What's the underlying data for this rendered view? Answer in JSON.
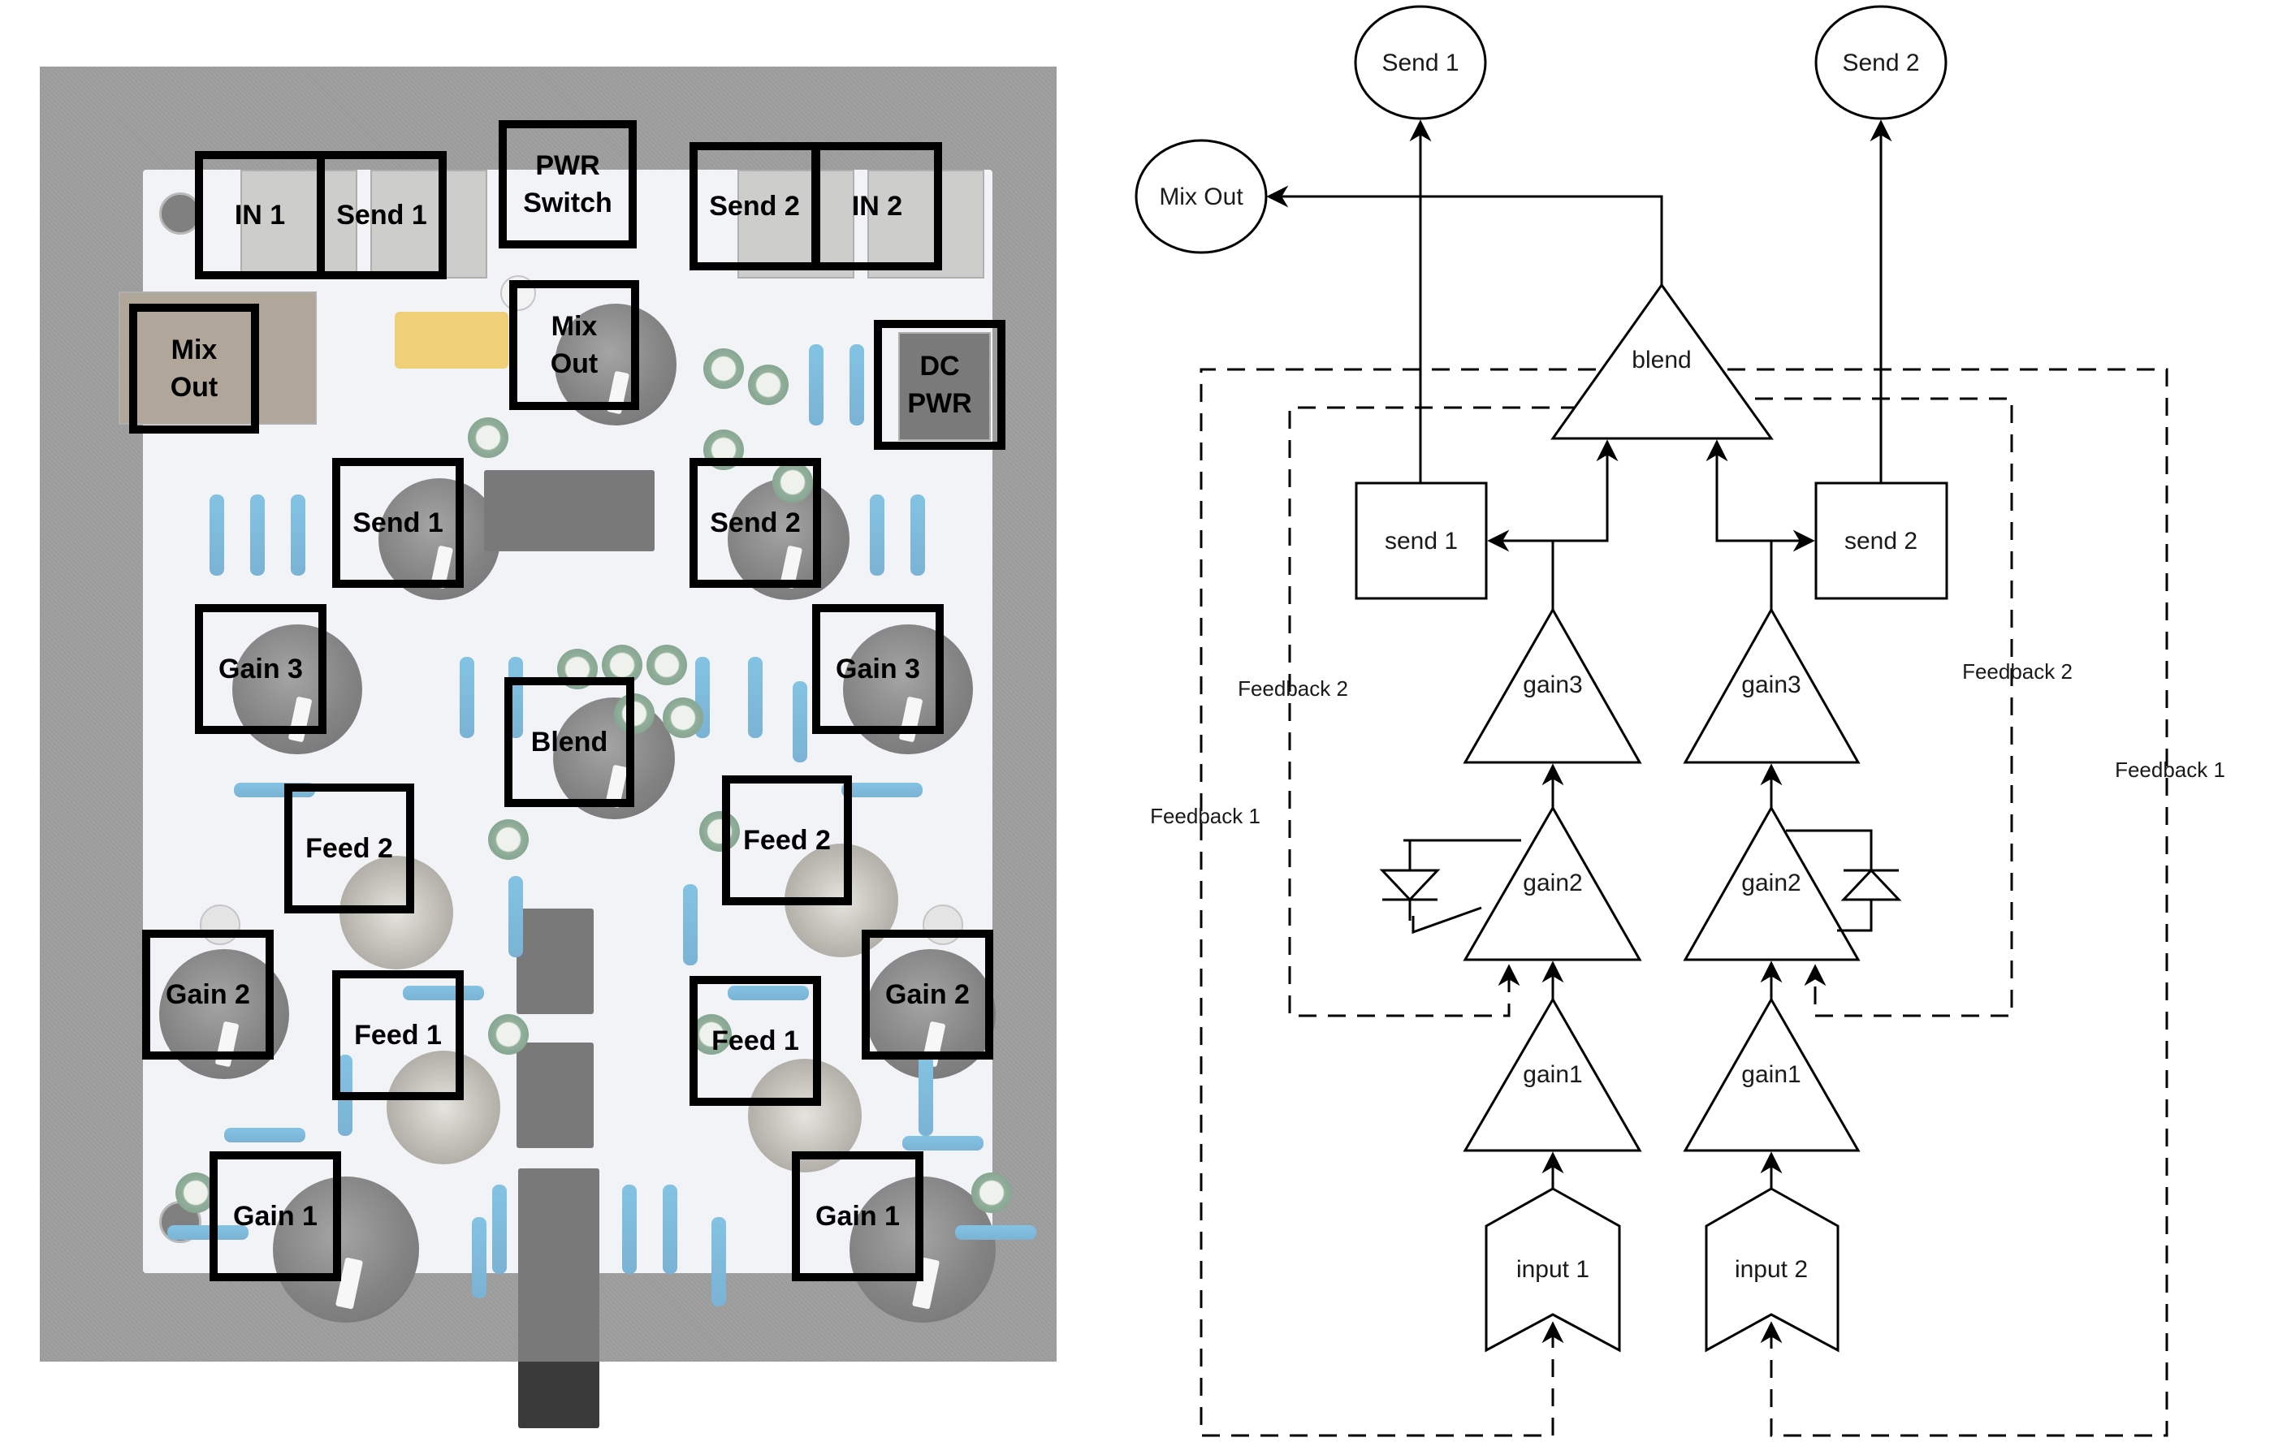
{
  "photo": {
    "description": "Annotated PCB photograph",
    "labels": [
      {
        "id": "in1-jack",
        "text": "IN 1"
      },
      {
        "id": "send1-jack",
        "text": "Send 1"
      },
      {
        "id": "pwr-switch",
        "text": "PWR\nSwitch"
      },
      {
        "id": "send2-jack",
        "text": "Send 2"
      },
      {
        "id": "in2-jack",
        "text": "IN 2"
      },
      {
        "id": "mix-out-jack",
        "text": "Mix\nOut"
      },
      {
        "id": "mix-out-knob",
        "text": "Mix\nOut"
      },
      {
        "id": "dc-pwr-jack",
        "text": "DC\nPWR"
      },
      {
        "id": "send1-knob",
        "text": "Send 1"
      },
      {
        "id": "send2-knob",
        "text": "Send 2"
      },
      {
        "id": "gain3-left-knob",
        "text": "Gain 3"
      },
      {
        "id": "gain3-right-knob",
        "text": "Gain 3"
      },
      {
        "id": "blend-knob",
        "text": "Blend"
      },
      {
        "id": "feed2-left-switch",
        "text": "Feed 2"
      },
      {
        "id": "feed2-right-switch",
        "text": "Feed 2"
      },
      {
        "id": "gain2-left-knob",
        "text": "Gain 2"
      },
      {
        "id": "gain2-right-knob",
        "text": "Gain 2"
      },
      {
        "id": "feed1-left-switch",
        "text": "Feed 1"
      },
      {
        "id": "feed1-right-switch",
        "text": "Feed 1"
      },
      {
        "id": "gain1-left-knob",
        "text": "Gain 1"
      },
      {
        "id": "gain1-right-knob",
        "text": "Gain 1"
      }
    ]
  },
  "diagram": {
    "outputs": {
      "send1": "Send 1",
      "send2": "Send 2",
      "mix_out": "Mix Out"
    },
    "blend": "blend",
    "send_blocks": {
      "send1": "send 1",
      "send2": "send 2"
    },
    "channel1": {
      "gain3": "gain3",
      "gain2": "gain2",
      "gain1": "gain1",
      "input": "input 1"
    },
    "channel2": {
      "gain3": "gain3",
      "gain2": "gain2",
      "gain1": "gain1",
      "input": "input 2"
    },
    "feedback_labels": {
      "fb2_left": "Feedback 2",
      "fb2_right": "Feedback 2",
      "fb1_left": "Feedback 1",
      "fb1_right": "Feedback 1"
    }
  }
}
